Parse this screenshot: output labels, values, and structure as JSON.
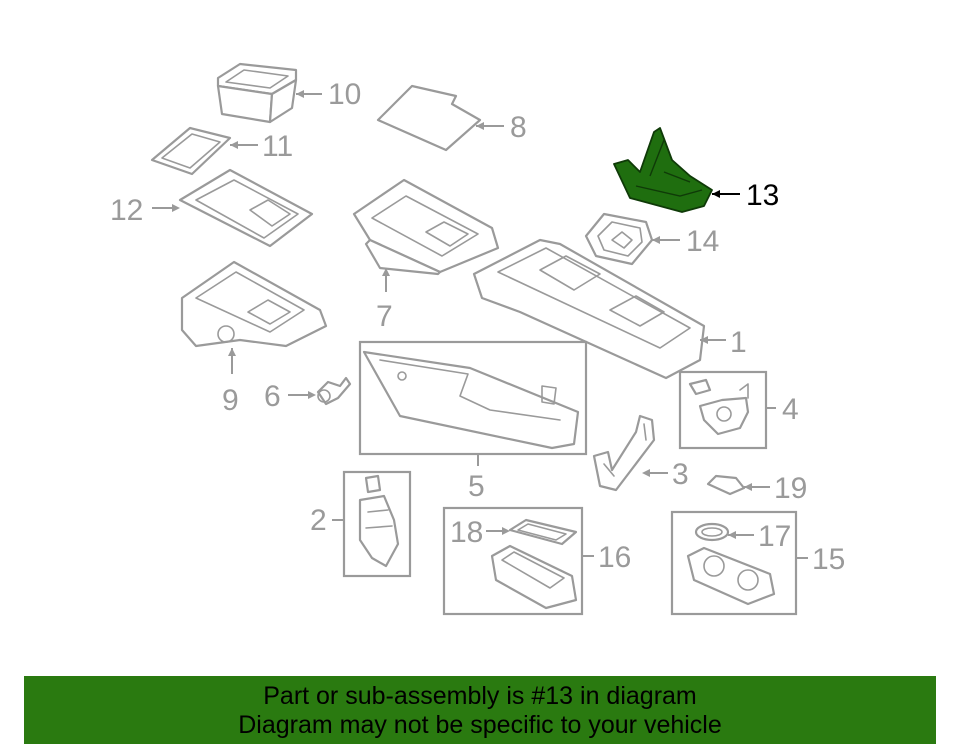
{
  "callouts": {
    "c1": "1",
    "c2": "2",
    "c3": "3",
    "c4": "4",
    "c5": "5",
    "c6": "6",
    "c7": "7",
    "c8": "8",
    "c9": "9",
    "c10": "10",
    "c11": "11",
    "c12": "12",
    "c13": "13",
    "c14": "14",
    "c15": "15",
    "c16": "16",
    "c17": "17",
    "c18": "18",
    "c19": "19"
  },
  "highlighted_part": "13",
  "colors": {
    "highlight": "#1f6e0f",
    "banner": "#2a7a10",
    "line": "#9a9a9a"
  },
  "banner": {
    "line1": "Part or sub-assembly is #13 in diagram",
    "line2": "Diagram may not be specific to your vehicle"
  }
}
